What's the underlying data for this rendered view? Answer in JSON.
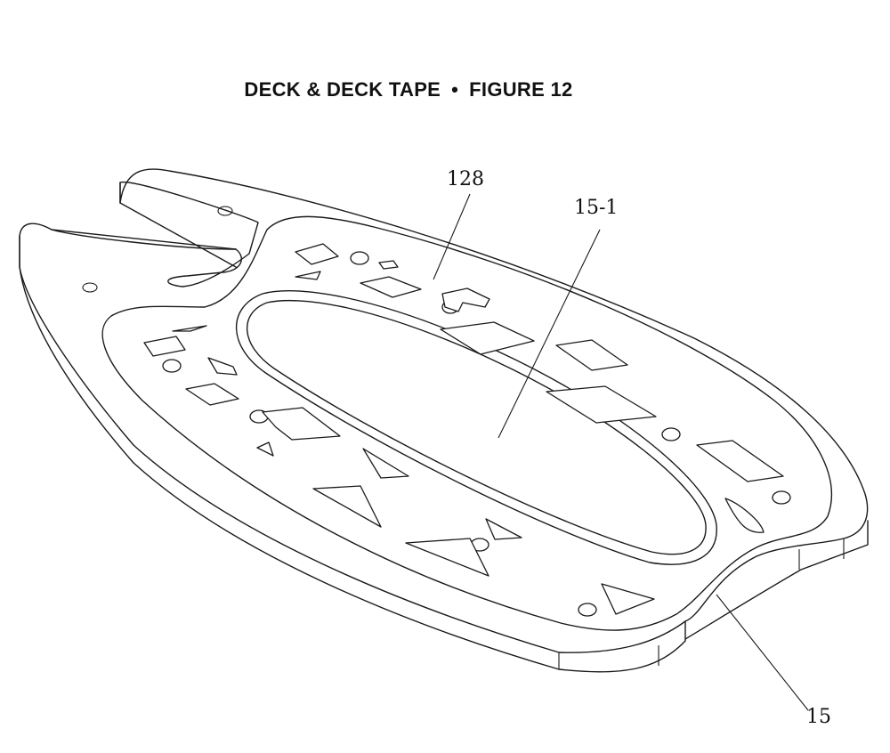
{
  "figure": {
    "title_left": "DECK & DECK TAPE",
    "separator": "•",
    "title_right": "FIGURE 12"
  },
  "callouts": [
    {
      "id": "128",
      "text": "128"
    },
    {
      "id": "15-1",
      "text": "15-1"
    },
    {
      "id": "15",
      "text": "15"
    }
  ]
}
